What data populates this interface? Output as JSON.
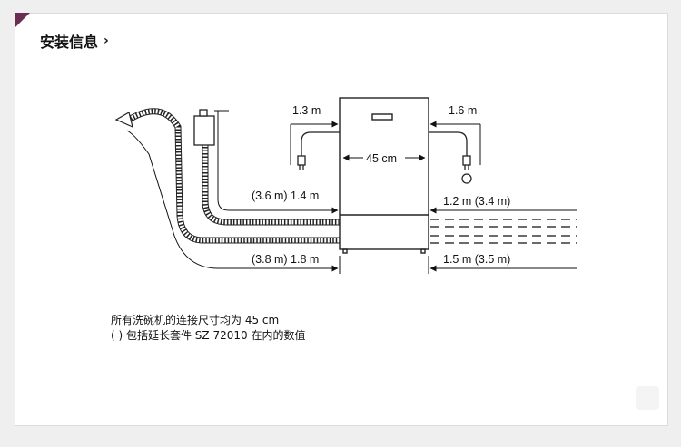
{
  "header": {
    "title": "安装信息",
    "chevron": "›"
  },
  "diagram": {
    "left_power": "1.3 m",
    "right_power": "1.6 m",
    "width": "45 cm",
    "left_upper": "(3.6 m) 1.4 m",
    "left_lower": "(3.8 m) 1.8 m",
    "right_upper": "1.2 m (3.4 m)",
    "right_lower": "1.5 m (3.5 m)"
  },
  "notes": {
    "line1": "所有洗碗机的连接尺寸均为 45 cm",
    "line2": "( ) 包括延长套件 SZ 72010 在内的数值"
  },
  "colors": {
    "corner": "#6b2d52"
  }
}
